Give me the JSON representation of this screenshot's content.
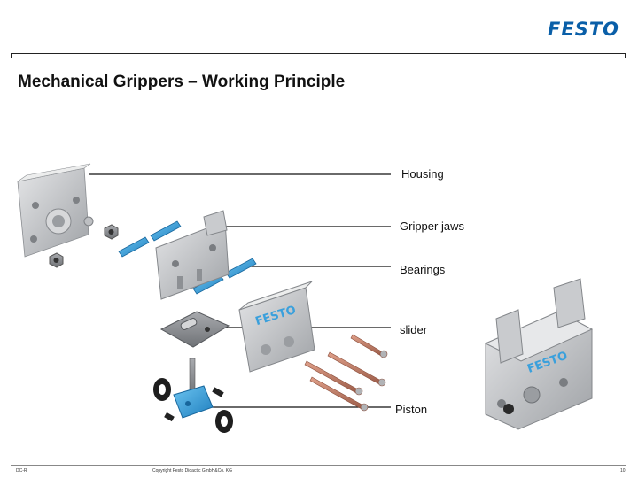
{
  "header": {
    "logo_text": "FESTO",
    "title": "Mechanical Grippers – Working Principle"
  },
  "parts": [
    {
      "label": "Housing"
    },
    {
      "label": "Gripper jaws"
    },
    {
      "label": "Bearings"
    },
    {
      "label": "slider"
    },
    {
      "label": "Piston"
    }
  ],
  "footer": {
    "left": "DC-R",
    "center": "Copyright Festo Didactic GmbH&Co. KG",
    "page": "10"
  },
  "colors": {
    "brand_blue": "#0a5fa8",
    "part_grey": "#b9bbbe",
    "bearing_blue": "#3aa0dc",
    "pin_copper": "#c07f6a"
  }
}
